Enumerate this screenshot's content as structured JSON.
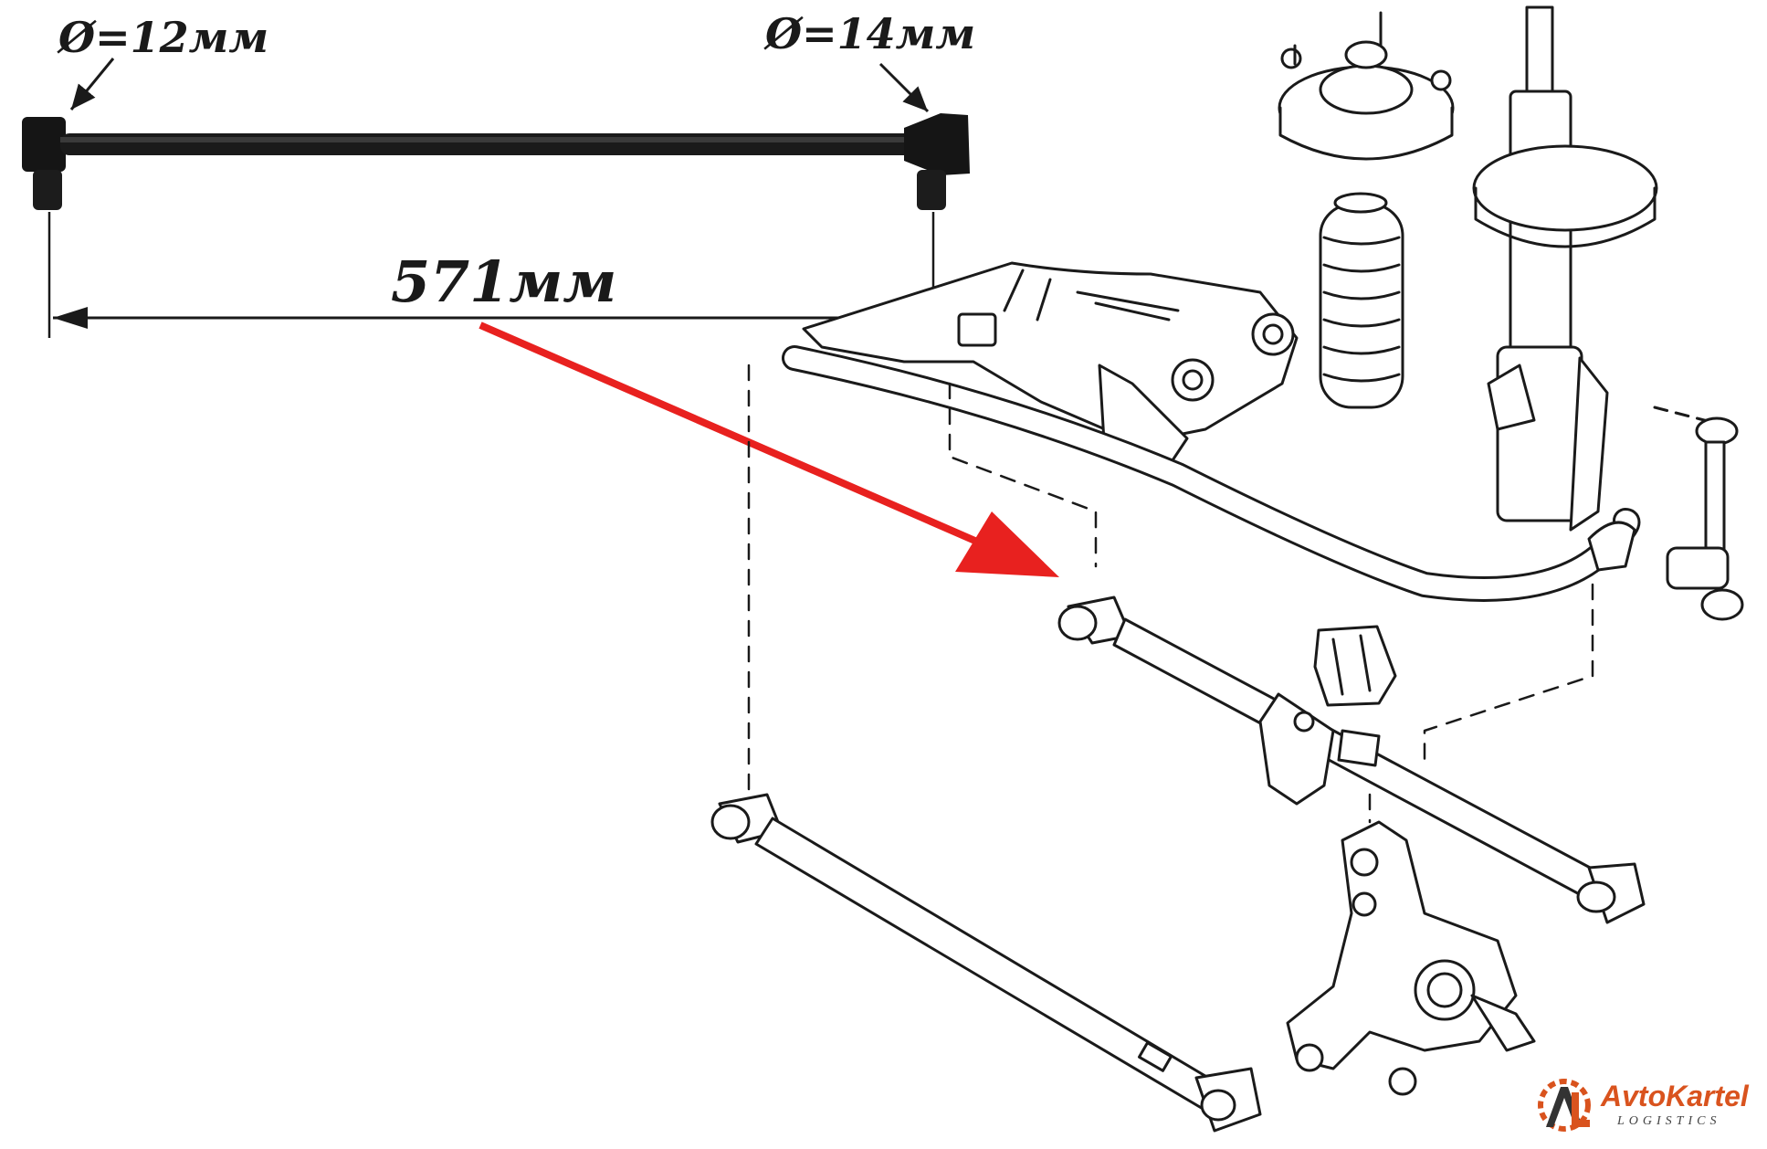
{
  "labels": {
    "diameter_left": "Ø=12мм",
    "diameter_right": "Ø=14мм",
    "length": "571мм"
  },
  "logo": {
    "name": "AvtoKartel",
    "subtitle": "LOGISTICS",
    "mark": "AKL"
  },
  "colors": {
    "pointer_arrow": "#e8211f",
    "linework": "#1a1a1a",
    "part": "#111111",
    "brand": "#d9531e"
  }
}
